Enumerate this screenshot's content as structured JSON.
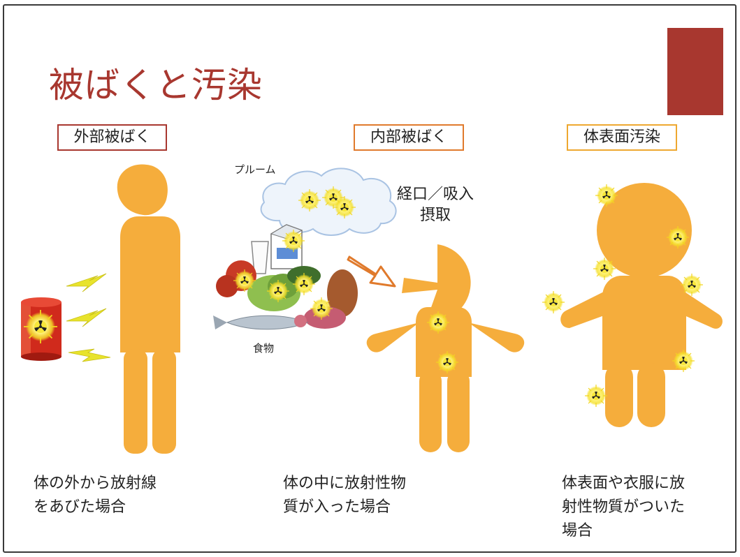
{
  "title": "被ばくと汚染",
  "categories": {
    "external": "外部被ばく",
    "internal": "内部被ばく",
    "surface": "体表面汚染"
  },
  "labels": {
    "plume": "プルーム",
    "route": "経口／吸入\n摂取",
    "food": "食物"
  },
  "captions": {
    "external": "体の外から放射線\nをあびた場合",
    "internal": "体の中に放射性物\n質が入った場合",
    "surface": "体表面や衣服に放\n射性物質がついた\n場合"
  },
  "colors": {
    "accent": "#a8372f",
    "figure": "#f5ad3c",
    "internal_border": "#e07a2c",
    "surface_border": "#eea830",
    "drum": "#d02a1c",
    "lightning": "#e8e32c"
  },
  "icons": [
    "radiation-icon",
    "lightning-icon",
    "cloud-icon",
    "arrow-icon",
    "drum-icon"
  ]
}
